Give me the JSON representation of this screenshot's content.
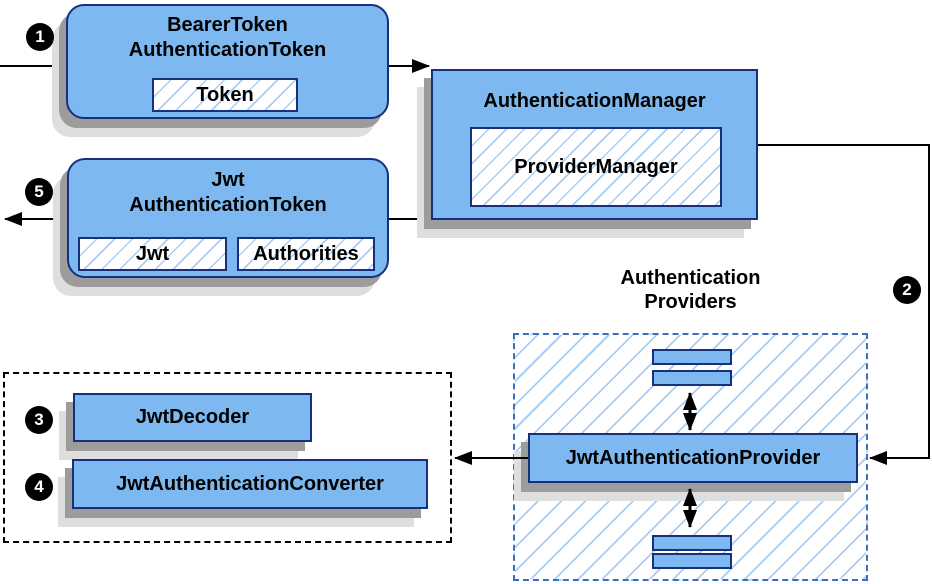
{
  "steps": {
    "one": "1",
    "two": "2",
    "three": "3",
    "four": "4",
    "five": "5"
  },
  "boxes": {
    "bearer": {
      "line1": "BearerToken",
      "line2": "AuthenticationToken",
      "token": "Token"
    },
    "manager": {
      "title": "AuthenticationManager",
      "inner": "ProviderManager"
    },
    "jwt": {
      "line1": "Jwt",
      "line2": "AuthenticationToken",
      "field_jwt": "Jwt",
      "field_authorities": "Authorities"
    },
    "providers": {
      "heading_line1": "Authentication",
      "heading_line2": "Providers",
      "provider": "JwtAuthenticationProvider"
    },
    "resolvers": {
      "decoder": "JwtDecoder",
      "converter": "JwtAuthenticationConverter"
    }
  },
  "colors": {
    "node_fill": "#7db9f0",
    "node_border": "#16307e",
    "hatch_line": "#aacdf2",
    "dashed_container_border": "#3a6fc0",
    "shadow": "#9c9c9c",
    "connector": "#000000"
  }
}
